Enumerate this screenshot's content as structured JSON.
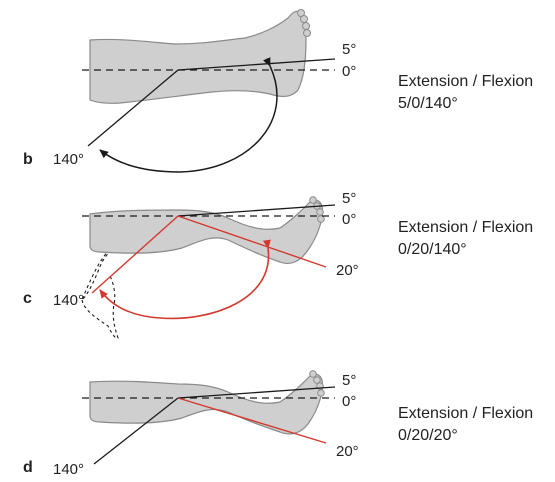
{
  "colors": {
    "limb_fill": "#cfcfcf",
    "limb_stroke": "#8a8a8a",
    "line": "#1a1a1a",
    "accent": "#d23a2f"
  },
  "panels": [
    {
      "letter": "b",
      "angle_top": "5°",
      "angle_zero": "0°",
      "angle_flexion": "140°",
      "caption_title": "Extension / Flexion",
      "caption_values": "5/0/140°"
    },
    {
      "letter": "c",
      "angle_top": "5°",
      "angle_zero": "0°",
      "angle_mid": "20°",
      "angle_flexion": "140°",
      "caption_title": "Extension / Flexion",
      "caption_values": "0/20/140°"
    },
    {
      "letter": "d",
      "angle_top": "5°",
      "angle_zero": "0°",
      "angle_mid": "20°",
      "angle_flexion": "140°",
      "caption_title": "Extension / Flexion",
      "caption_values": "0/20/20°"
    }
  ]
}
